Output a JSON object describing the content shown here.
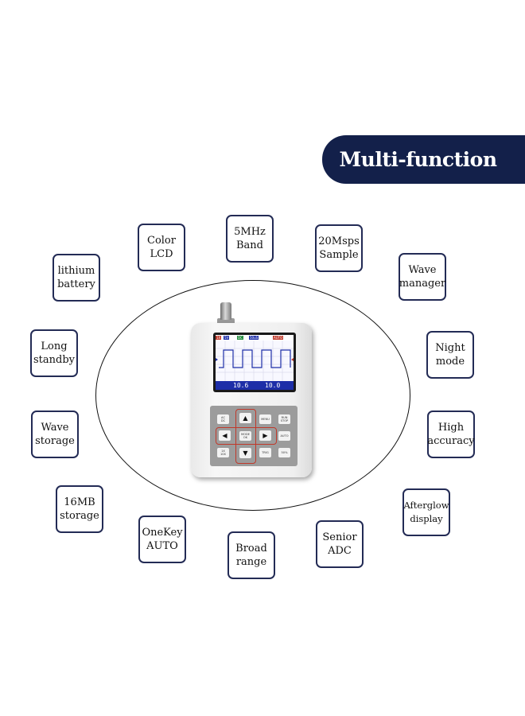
{
  "banner": {
    "title": "Multi-function",
    "color": "#13204a"
  },
  "features": [
    {
      "id": "color-lcd",
      "label": "Color\nLCD"
    },
    {
      "id": "5mhz-band",
      "label": "5MHz\nBand"
    },
    {
      "id": "20msps-sample",
      "label": "20Msps\nSample"
    },
    {
      "id": "lithium-battery",
      "label": "lithium\nbattery"
    },
    {
      "id": "wave-manager",
      "label": "Wave\nmanager"
    },
    {
      "id": "long-standby",
      "label": "Long\nstandby"
    },
    {
      "id": "night-mode",
      "label": "Night\nmode"
    },
    {
      "id": "wave-storage",
      "label": "Wave\nstorage"
    },
    {
      "id": "high-accuracy",
      "label": "High\naccuracy"
    },
    {
      "id": "16mb-storage",
      "label": "16MB\nstorage"
    },
    {
      "id": "afterglow-display",
      "label": "Afterglow\ndisplay"
    },
    {
      "id": "onekey-auto",
      "label": "OneKey\nAUTO"
    },
    {
      "id": "broad-range",
      "label": "Broad\nrange"
    },
    {
      "id": "senior-adc",
      "label": "Senior\nADC"
    }
  ],
  "device": {
    "screen": {
      "chips": [
        "1X",
        "5V",
        "DC",
        "50uS",
        "AUTO"
      ],
      "readout_left": "10.6",
      "readout_right": "10.0"
    },
    "keys": {
      "acdc": "AC\nDC",
      "menu": "MENU",
      "runstop": "RUN\nSTOP",
      "modeok": "MODE\nOK",
      "auto": "AUTO",
      "x1x10": "1X\n10X",
      "trig": "TRIG",
      "fifty": "50%",
      "up": "▲",
      "down": "▼",
      "left": "◀",
      "right": "▶"
    }
  }
}
